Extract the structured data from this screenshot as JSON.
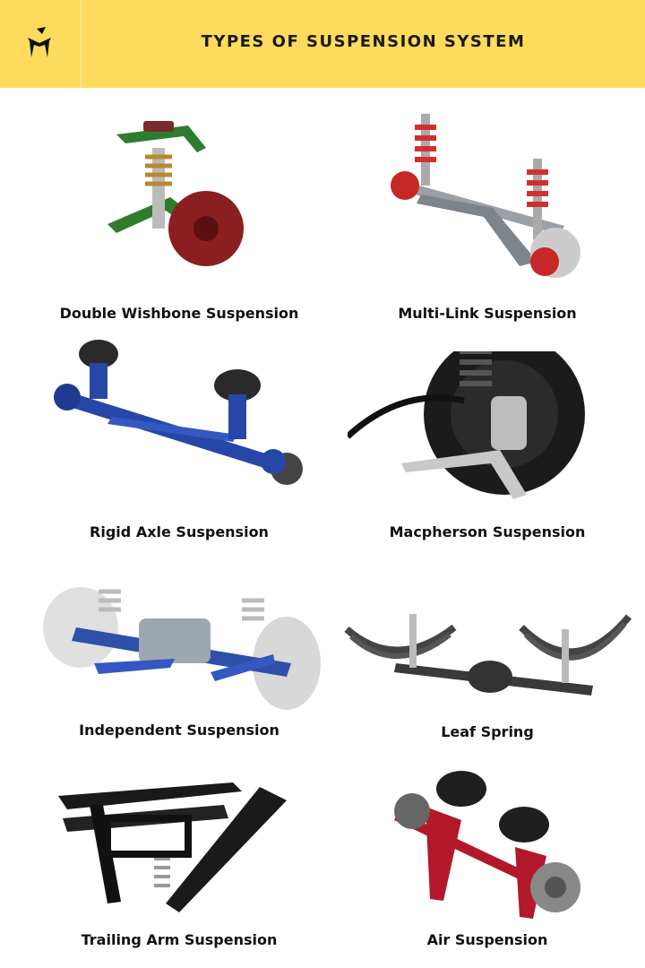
{
  "header": {
    "title": "TYPES OF SUSPENSION SYSTEM",
    "logo_icon": "brand-logo-icon",
    "background": "#FDDB5C"
  },
  "items": [
    {
      "label": "Double Wishbone Suspension",
      "icon": "double-wishbone-suspension-image",
      "color": "#2e7d2e"
    },
    {
      "label": "Multi-Link Suspension",
      "icon": "multi-link-suspension-image",
      "color": "#c62828"
    },
    {
      "label": "Rigid Axle Suspension",
      "icon": "rigid-axle-suspension-image",
      "color": "#2747a8"
    },
    {
      "label": "Macpherson Suspension",
      "icon": "macpherson-suspension-image",
      "color": "#222222"
    },
    {
      "label": "Independent Suspension",
      "icon": "independent-suspension-image",
      "color": "#2f4fa8"
    },
    {
      "label": "Leaf Spring",
      "icon": "leaf-spring-image",
      "color": "#555555"
    },
    {
      "label": "Trailing Arm Suspension",
      "icon": "trailing-arm-suspension-image",
      "color": "#1a1a1a"
    },
    {
      "label": "Air Suspension",
      "icon": "air-suspension-image",
      "color": "#b3182a"
    }
  ]
}
